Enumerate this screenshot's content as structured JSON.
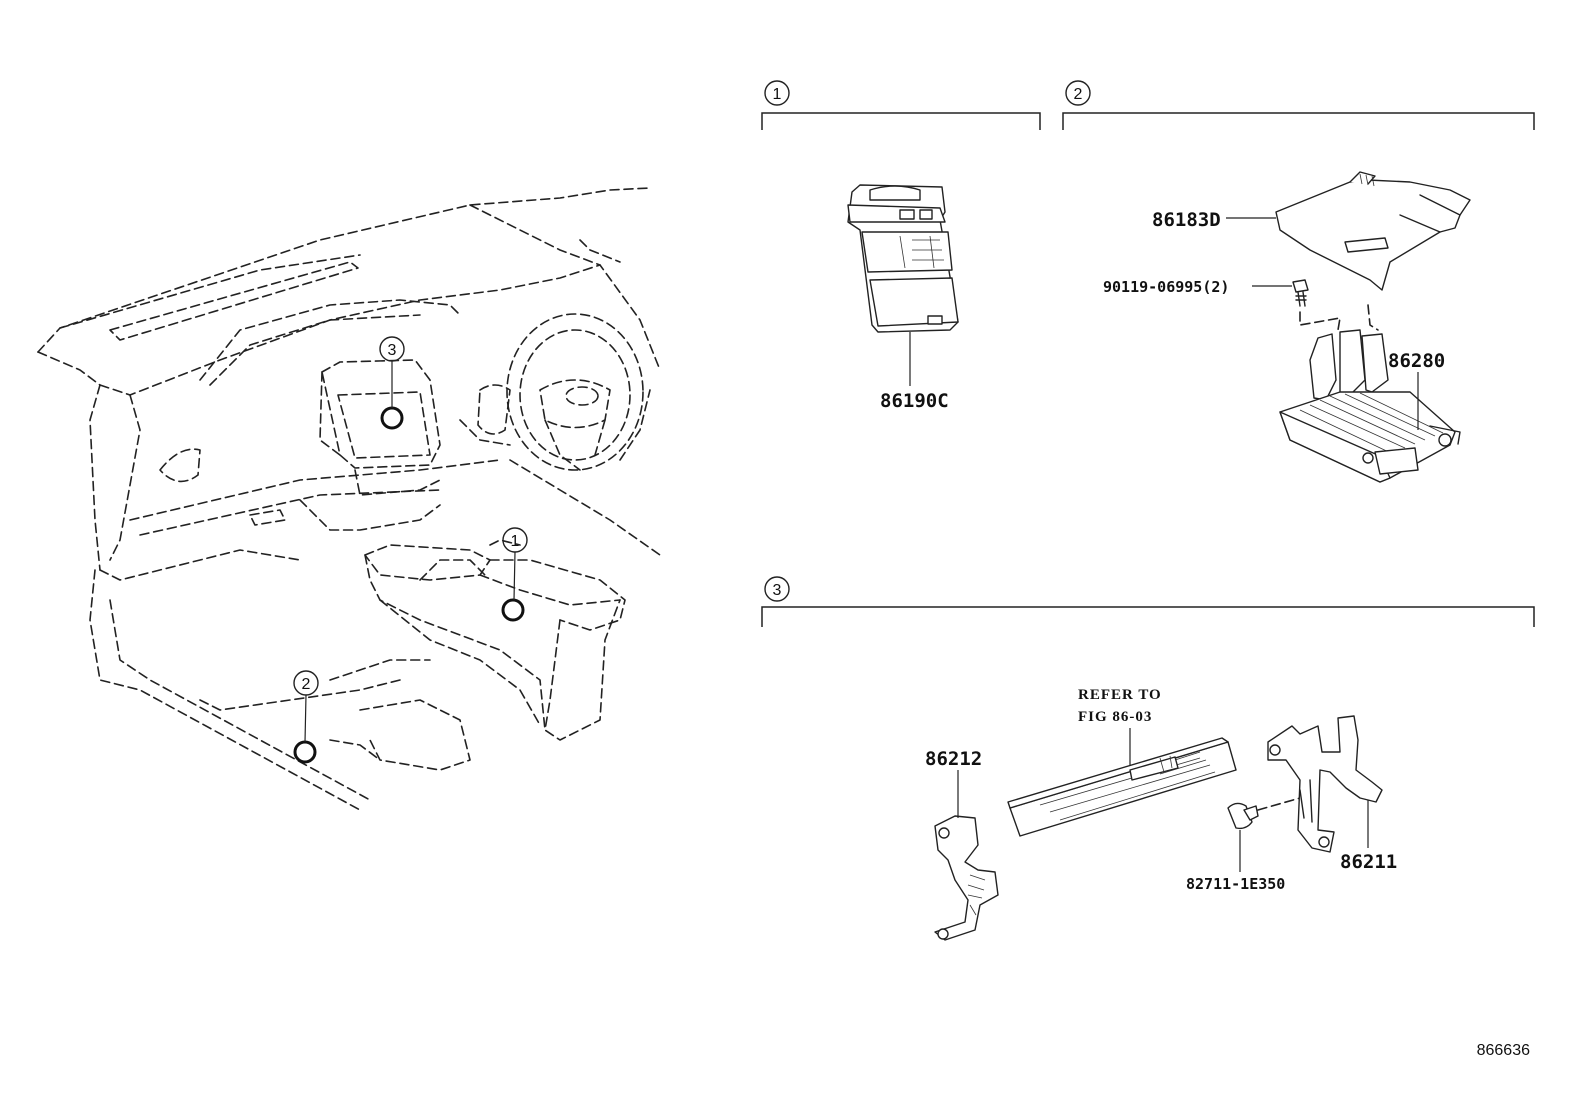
{
  "diagram": {
    "figure_number": "866636",
    "section_markers": [
      "1",
      "2",
      "3"
    ],
    "groups": [
      {
        "id": "1",
        "parts": [
          {
            "number": "86190C"
          }
        ]
      },
      {
        "id": "2",
        "parts": [
          {
            "number": "86183D"
          },
          {
            "number": "90119-06995(2)"
          },
          {
            "number": "86280"
          }
        ]
      },
      {
        "id": "3",
        "parts": [
          {
            "number": "86212"
          },
          {
            "number": "86211"
          },
          {
            "number": "82711-1E350"
          }
        ]
      }
    ],
    "reference_note": {
      "line1": "REFER TO",
      "line2": "FIG 86-03"
    }
  }
}
